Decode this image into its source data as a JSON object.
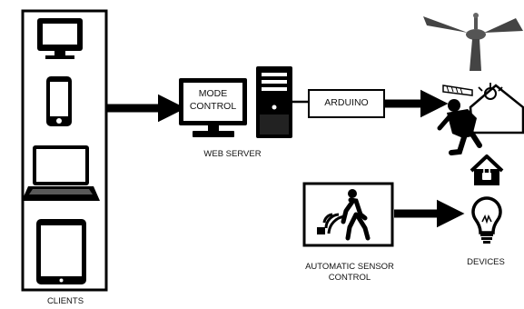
{
  "labels": {
    "clients": "CLIENTS",
    "mode_control_line1": "MODE",
    "mode_control_line2": "CONTROL",
    "web_server": "WEB SERVER",
    "arduino": "ARDUINO",
    "automatic_sensor_line1": "AUTOMATIC SENSOR",
    "automatic_sensor_line2": "CONTROL",
    "devices": "DEVICES"
  },
  "icons": {
    "clients": [
      "monitor-icon",
      "smartphone-icon",
      "laptop-icon",
      "tablet-icon"
    ],
    "server": [
      "monitor-icon",
      "server-tower-icon"
    ],
    "devices": [
      "ceiling-fan-icon",
      "burglar-alarm-icon",
      "home-lock-icon",
      "light-bulb-icon"
    ],
    "sensor": [
      "motion-sensor-icon"
    ]
  },
  "colors": {
    "stroke": "#000000",
    "background": "#ffffff"
  }
}
